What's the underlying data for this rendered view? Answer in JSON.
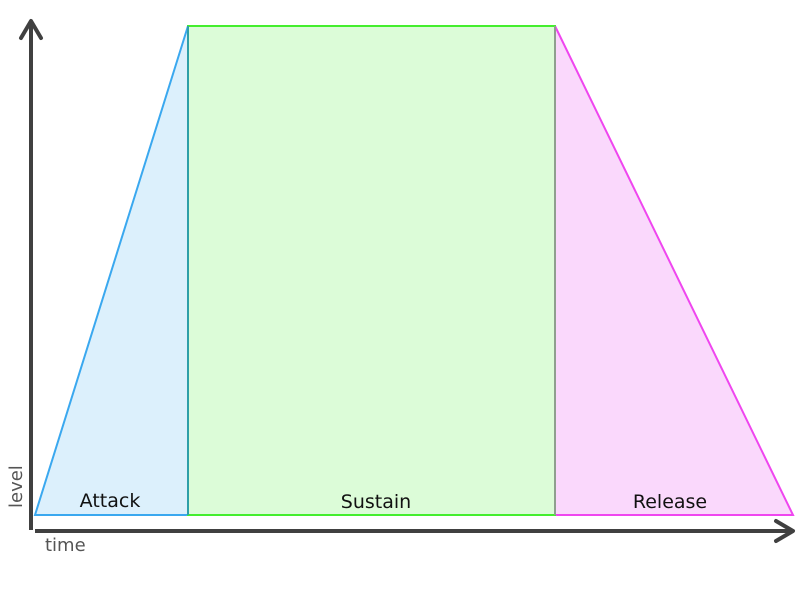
{
  "axes": {
    "x_label": "time",
    "y_label": "level"
  },
  "phases": [
    {
      "label": "Attack",
      "fill": "#dcf0fc",
      "stroke": "#3aa8ef"
    },
    {
      "label": "Sustain",
      "fill": "#dcfcd8",
      "stroke": "#44ee2e"
    },
    {
      "label": "Release",
      "fill": "#fad8fc",
      "stroke": "#ef46ef"
    }
  ],
  "colors": {
    "axis": "#404040",
    "background": "#ffffff"
  }
}
